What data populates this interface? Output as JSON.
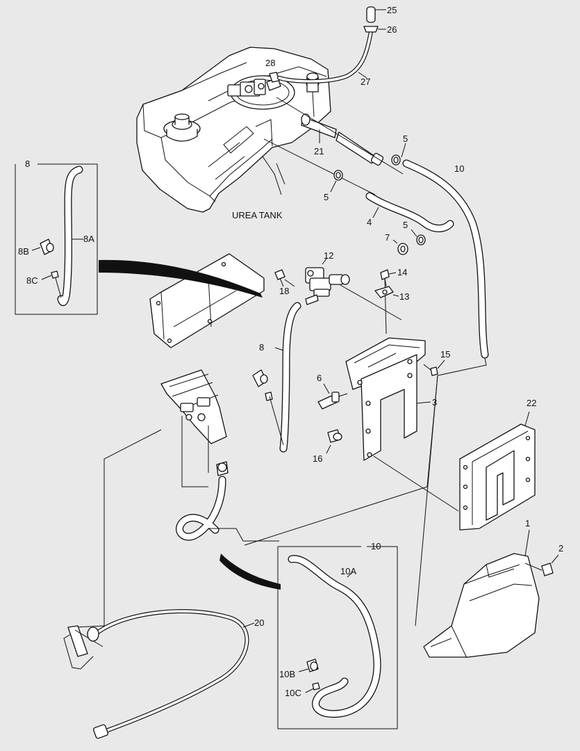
{
  "diagram": {
    "background": "#e9e9e9",
    "labels": {
      "n25": "25",
      "n26": "26",
      "n27": "27",
      "n28": "28",
      "n21": "21",
      "n5a": "5",
      "n5b": "5",
      "n5c": "5",
      "n10": "10",
      "n4": "4",
      "n7": "7",
      "n12": "12",
      "n14": "14",
      "n13": "13",
      "n18": "18",
      "n8": "8",
      "n15": "15",
      "n6": "6",
      "n3": "3",
      "n22": "22",
      "n16": "16",
      "n1": "1",
      "n2": "2",
      "n20": "20",
      "urea_tank": "UREA TANK"
    },
    "inset_8": {
      "title": "8",
      "labels": {
        "a": "8A",
        "b": "8B",
        "c": "8C"
      }
    },
    "inset_10": {
      "title": "10",
      "labels": {
        "a": "10A",
        "b": "10B",
        "c": "10C"
      }
    }
  }
}
